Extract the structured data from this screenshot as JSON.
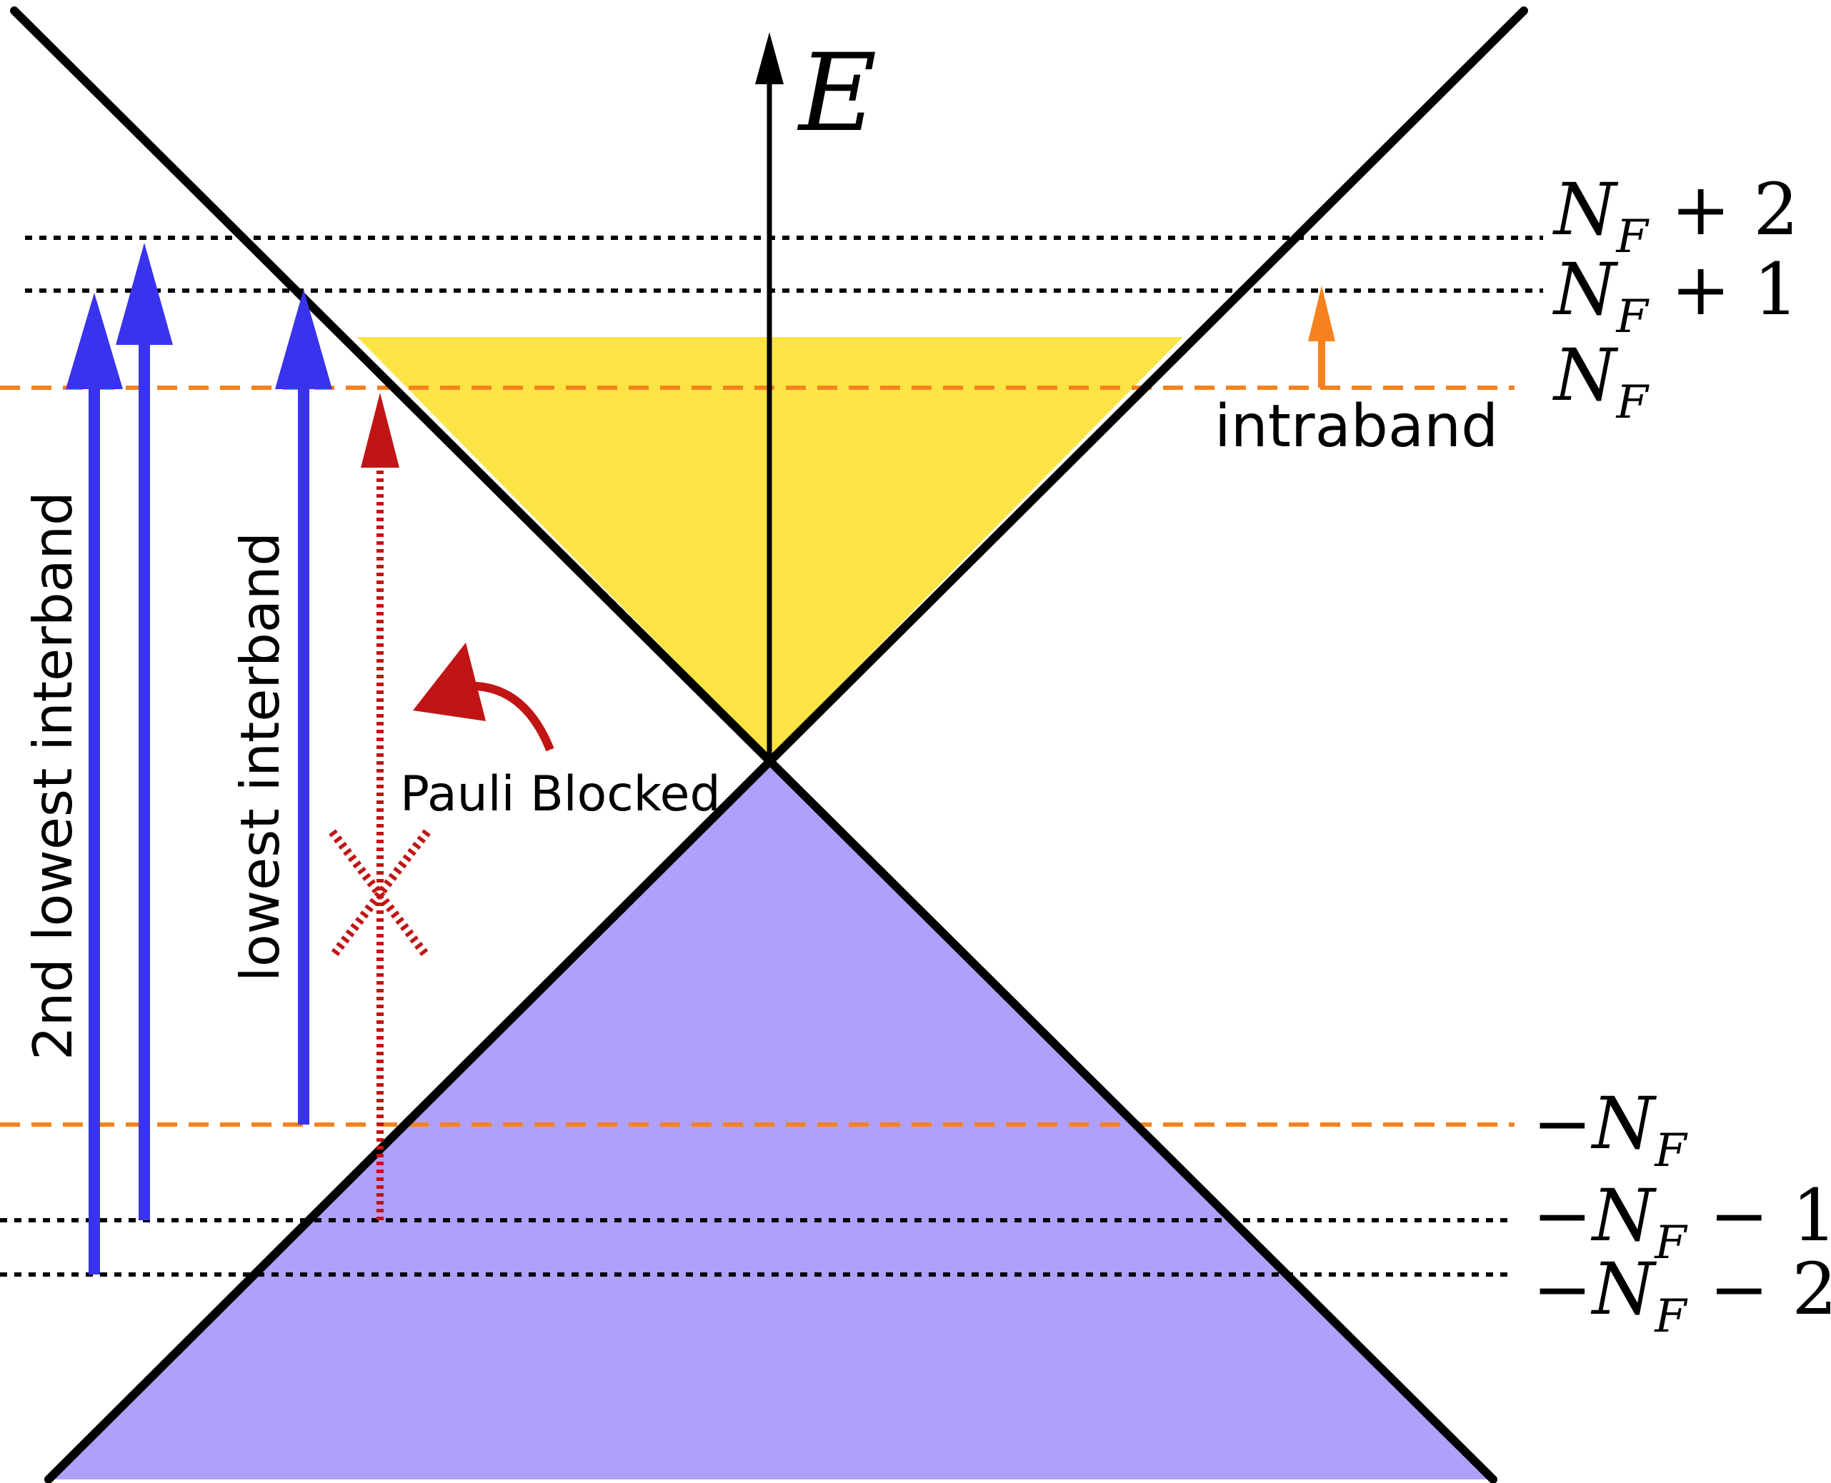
{
  "axis": {
    "label": "E"
  },
  "levels": {
    "nf_plus_2": {
      "main": "N",
      "sub": "F",
      "rest": " + 2"
    },
    "nf_plus_1": {
      "main": "N",
      "sub": "F",
      "rest": " + 1"
    },
    "nf": {
      "main": "N",
      "sub": "F",
      "rest": ""
    },
    "minus_nf": {
      "prefix": "−",
      "main": "N",
      "sub": "F",
      "rest": ""
    },
    "minus_nf_minus_1": {
      "prefix": "−",
      "main": "N",
      "sub": "F",
      "rest": " − 1"
    },
    "minus_nf_minus_2": {
      "prefix": "−",
      "main": "N",
      "sub": "F",
      "rest": " − 2"
    }
  },
  "transitions": {
    "intraband": "intraband",
    "lowest_interband": "lowest interband",
    "second_lowest_interband": "2nd lowest interband",
    "pauli_blocked": "Pauli Blocked"
  },
  "colors": {
    "filled_conduction": "#FCE444",
    "filled_valence": "#AFA1FB",
    "interband_arrow": "#3A33EE",
    "blocked_arrow": "#C11414",
    "fermi_level": "#F5821F",
    "cone": "#000000"
  }
}
